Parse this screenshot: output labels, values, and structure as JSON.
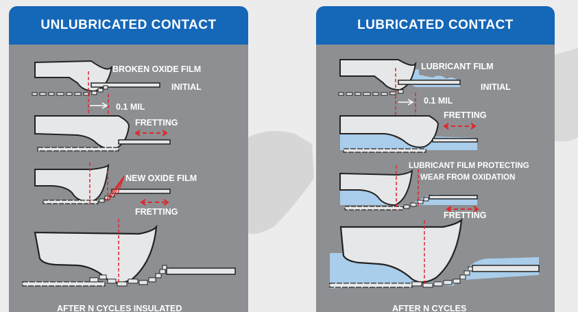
{
  "colors": {
    "header_blue": "#1567b8",
    "panel_gray": "#8d8f92",
    "contact_fill": "#e6e7e8",
    "lubricant_blue": "#a9cdea",
    "marker_red": "#e0262b"
  },
  "left_panel": {
    "title": "UNLUBRICATED CONTACT",
    "labels": {
      "broken_oxide_film": "BROKEN OXIDE FILM",
      "initial": "INITIAL",
      "displacement": "0.1 MIL",
      "fretting_1": "FRETTING",
      "new_oxide_film": "NEW OXIDE FILM",
      "fretting_2": "FRETTING",
      "footer": "AFTER N CYCLES INSULATED"
    }
  },
  "right_panel": {
    "title": "LUBRICATED CONTACT",
    "labels": {
      "lubricant_film": "LUBRICANT FILM",
      "initial": "INITIAL",
      "displacement": "0.1 MIL",
      "fretting_1": "FRETTING",
      "protect_line1": "LUBRICANT FILM PROTECTING",
      "protect_line2": "WEAR FROM OXIDATION",
      "fretting_2": "FRETTING",
      "footer": "AFTER N CYCLES"
    }
  }
}
